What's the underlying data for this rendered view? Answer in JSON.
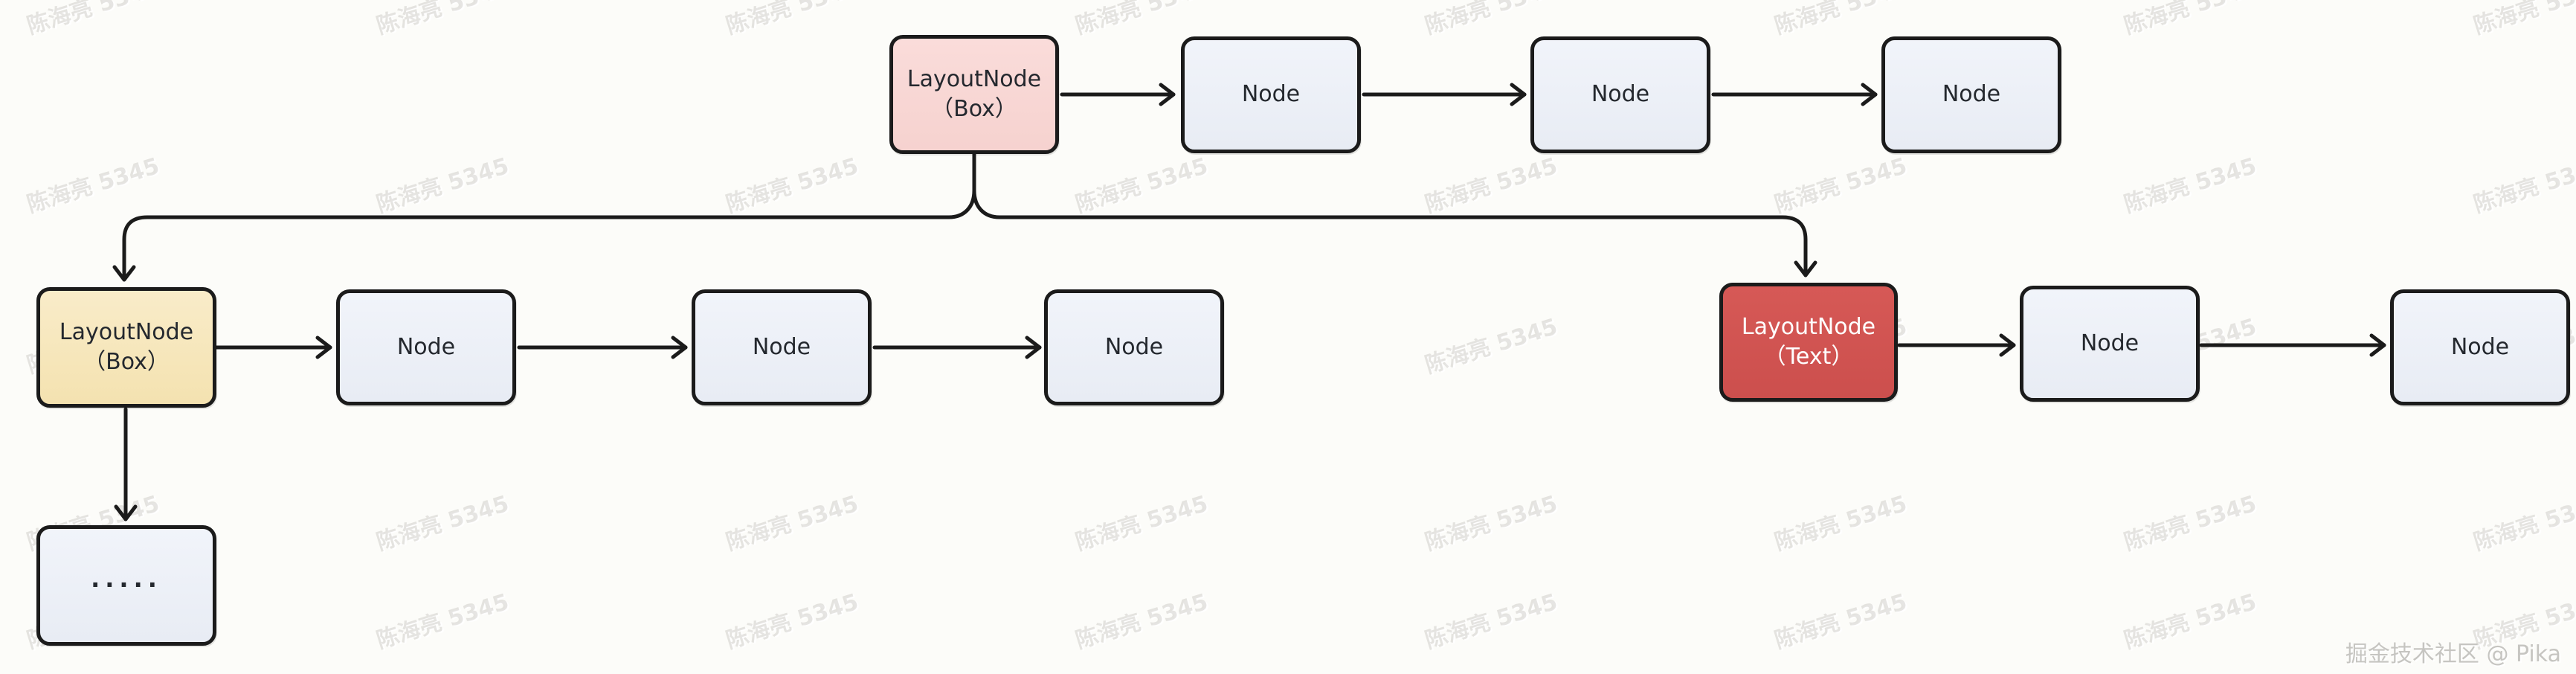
{
  "page": {
    "background": "#fcfcf9"
  },
  "watermark": {
    "text": "陈海亮 5345"
  },
  "footer": {
    "text": "掘金技术社区 @ Pika"
  },
  "colors": {
    "stroke": "#1b1b1b",
    "root_fill": "#f8d8d5",
    "box_fill": "#f6e6ba",
    "text_fill": "#d15351",
    "node_fill": "#ecf0f7"
  },
  "diagram": {
    "nodes": [
      {
        "label": "LayoutNode",
        "sublabel": "（Box）"
      },
      {
        "label": "Node"
      },
      {
        "label": "Node"
      },
      {
        "label": "Node"
      },
      {
        "label": "LayoutNode",
        "sublabel": "（Box）"
      },
      {
        "label": "Node"
      },
      {
        "label": "Node"
      },
      {
        "label": "Node"
      },
      {
        "label": "LayoutNode",
        "sublabel": "（Text）"
      },
      {
        "label": "Node"
      },
      {
        "label": "Node"
      },
      {
        "label": "·····"
      }
    ]
  }
}
